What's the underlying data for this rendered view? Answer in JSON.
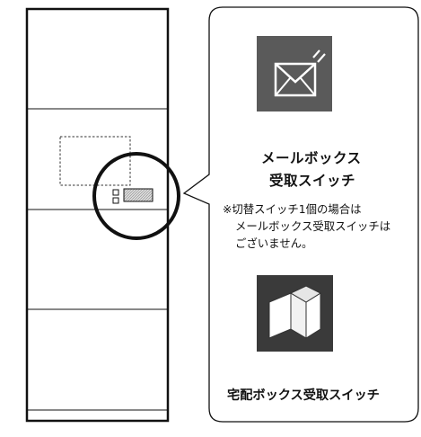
{
  "mailbox_switch": {
    "label_line1": "メールボックス",
    "label_line2": "受取スイッチ",
    "icon": "envelope-icon"
  },
  "note": {
    "line1": "※切替スイッチ1個の場合は",
    "line2": "メールボックス受取スイッチは",
    "line3": "ございません。"
  },
  "delivery_box_switch": {
    "label": "宅配ボックス受取スイッチ",
    "icon": "box-icon"
  },
  "colors": {
    "line": "#111111",
    "icon_background": "#555555",
    "icon_foreground": "#ffffff"
  }
}
